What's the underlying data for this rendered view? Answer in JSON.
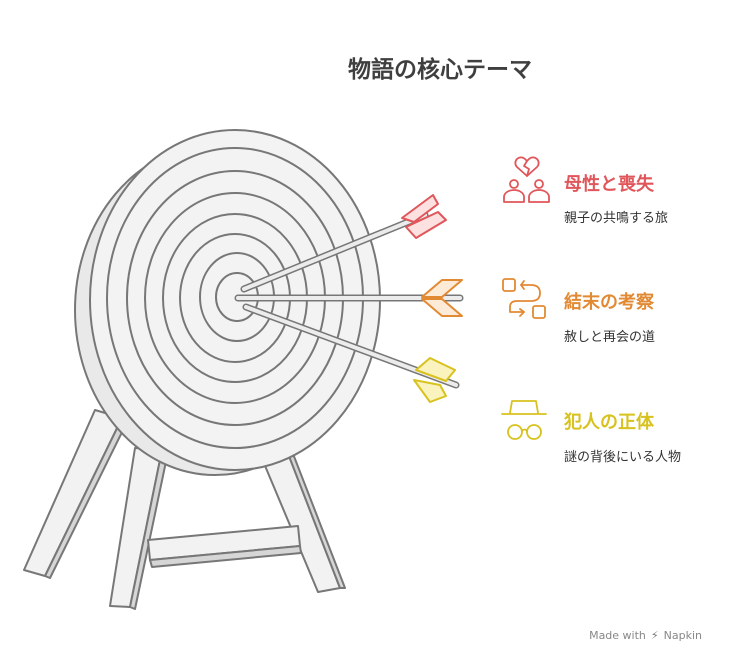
{
  "title": "物語の核心テーマ",
  "items": [
    {
      "title": "母性と喪失",
      "subtitle": "親子の共鳴する旅",
      "color": "#e0565a",
      "icon": "broken-heart-people-icon"
    },
    {
      "title": "結末の考察",
      "subtitle": "赦しと再会の道",
      "color": "#e28a33",
      "icon": "process-flow-icon"
    },
    {
      "title": "犯人の正体",
      "subtitle": "謎の背後にいる人物",
      "color": "#d8c21e",
      "icon": "detective-icon"
    }
  ],
  "footer": {
    "made_with": "Made with",
    "brand": "Napkin"
  }
}
